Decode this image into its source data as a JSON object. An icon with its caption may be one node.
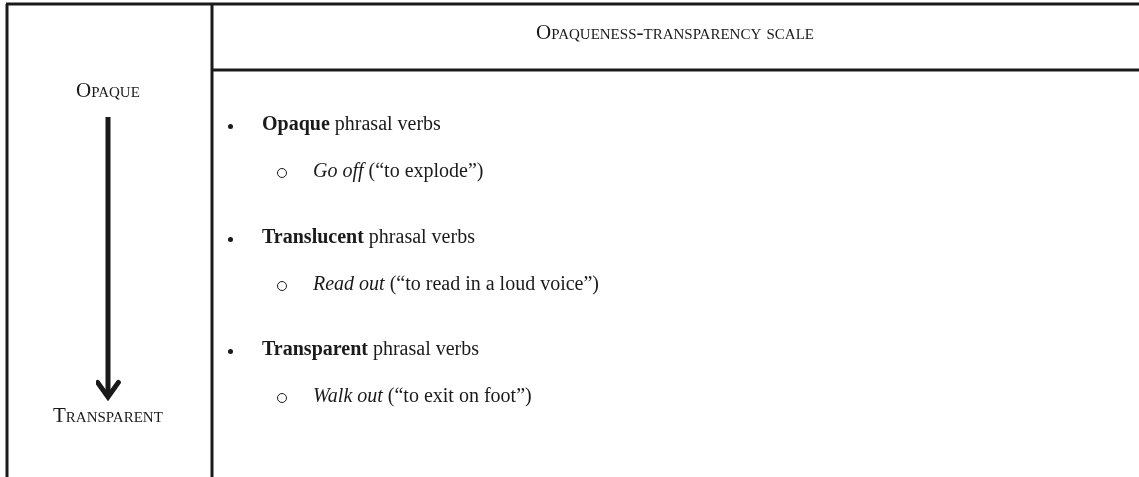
{
  "diagram": {
    "nodes": [
      {
        "text": [
          "Opaque"
        ]
      },
      {
        "text": [
          "Transparent"
        ]
      }
    ],
    "edges": [
      {
        "from": 0,
        "to": 1,
        "arrow": "to"
      }
    ],
    "labels": [
      "Opaqueness-transparency scale",
      "**Opaque** phrasal verbs",
      "*Go off* (“to explode”)",
      "**Translucent** phrasal verbs",
      "*Read out* (“to read in a loud voice”)",
      "**Transparent** phrasal verbs",
      "*Walk out* (“to exit on foot”)"
    ]
  }
}
